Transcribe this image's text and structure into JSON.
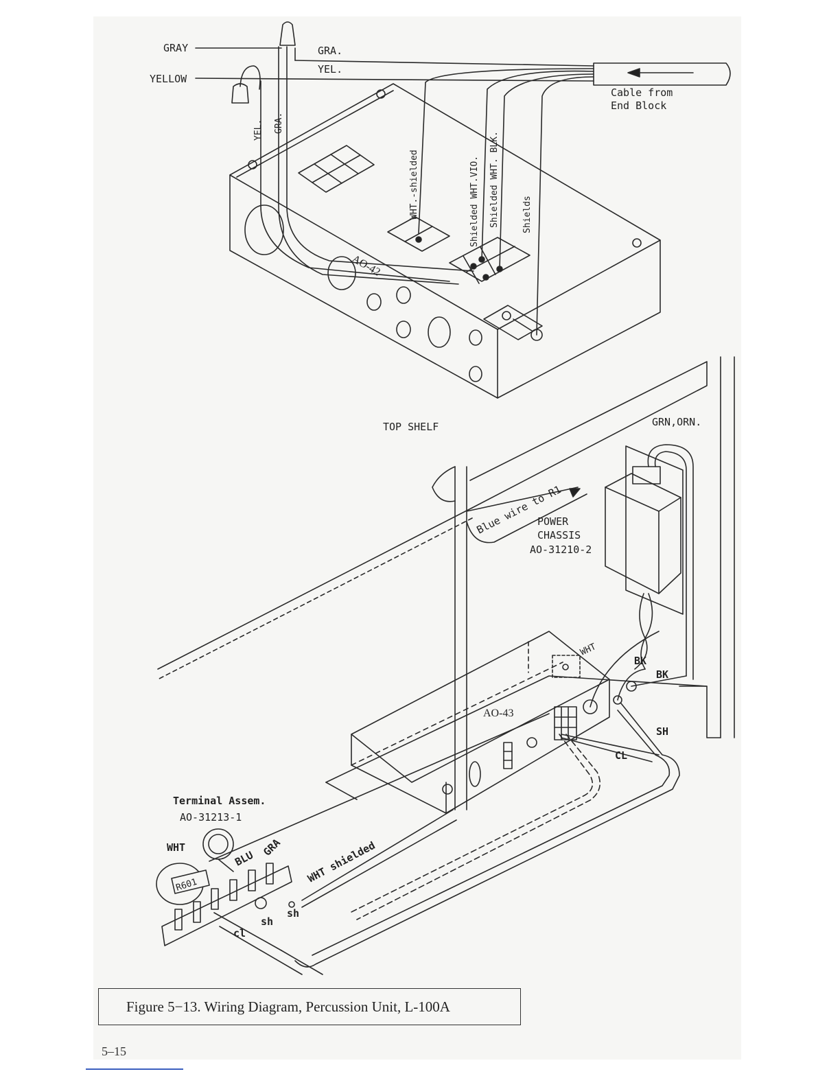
{
  "labels": {
    "gray": "GRAY",
    "yellow": "YELLOW",
    "gra_top": "GRA.",
    "yel_top": "YEL.",
    "cable": [
      "Cable from",
      "End Block"
    ],
    "yel_vert": "YEL.",
    "gra_vert": "GRA.",
    "wht_shielded_vert": "WHT.-shielded",
    "shielded_wht_vio": "Shielded WHT.VIO.",
    "shielded_wht_blk": "Shielded WHT. BLK.",
    "shields": "Shields",
    "ao42": "AO-42",
    "top_shelf": "TOP SHELF",
    "grn_orn": "GRN,ORN.",
    "blue_wire": "Blue wire to R1",
    "power_chassis": [
      "POWER",
      "CHASSIS",
      "AO-31210-2"
    ],
    "wht": "WHT",
    "bk1": "BK",
    "bk2": "BK",
    "ao43": "AO-43",
    "sh_right": "SH",
    "cl_right": "CL",
    "terminal_assem": [
      "Terminal Assem.",
      "AO-31213-1"
    ],
    "wht_left": "WHT",
    "blu": "BLU",
    "gra_left": "GRA",
    "r601": "R601",
    "wht_shielded_diag": "WHT shielded",
    "sh_a": "sh",
    "sh_b": "sh",
    "cl_left": "cl"
  },
  "caption": "Figure 5−13. Wiring Diagram, Percussion Unit, L-100A",
  "page_number": "5–15"
}
